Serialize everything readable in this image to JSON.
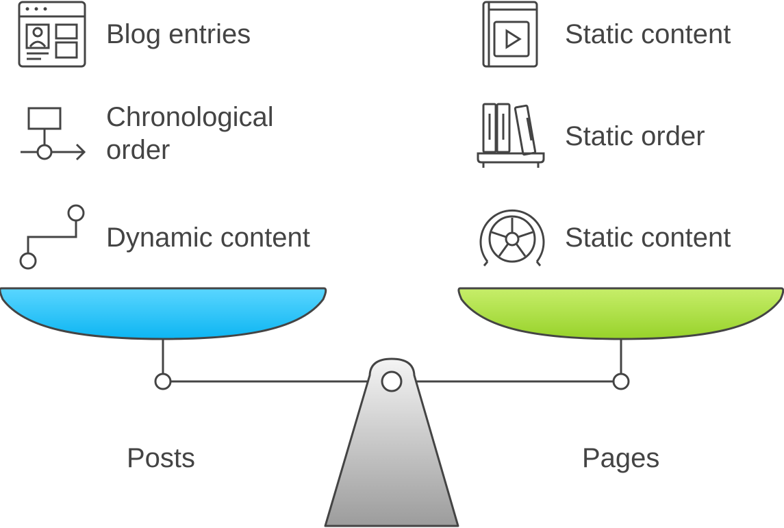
{
  "left_side": {
    "label": "Posts",
    "color": "#1EC3F8",
    "items": [
      {
        "text": "Blog entries",
        "icon": "browser-window-icon"
      },
      {
        "text": "Chronological\norder",
        "icon": "flow-diagram-icon"
      },
      {
        "text": "Dynamic content",
        "icon": "path-route-icon"
      }
    ]
  },
  "right_side": {
    "label": "Pages",
    "color": "#A6DC3A",
    "items": [
      {
        "text": "Static content",
        "icon": "video-book-icon"
      },
      {
        "text": "Static order",
        "icon": "bookshelf-icon"
      },
      {
        "text": "Static content",
        "icon": "safe-dial-icon"
      }
    ]
  },
  "colors": {
    "stroke": "#444444",
    "text": "#444444",
    "fulcrum_top": "#F2F2F2",
    "fulcrum_bottom": "#9E9E9E"
  }
}
